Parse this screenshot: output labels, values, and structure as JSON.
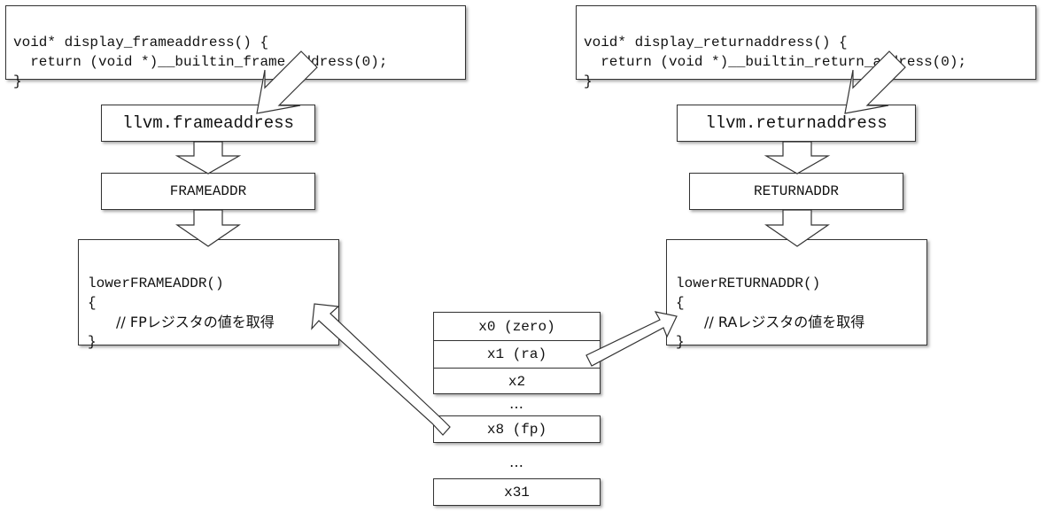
{
  "frame_code": {
    "line1": "void* display_frameaddress() {",
    "line2": "  return (void *)__builtin_frame_address(0);",
    "line3": "}"
  },
  "return_code": {
    "line1": "void* display_returnaddress() {",
    "line2": "  return (void *)__builtin_return_address(0);",
    "line3": "}"
  },
  "left_chain": {
    "intrinsic": "llvm.frameaddress",
    "isd_node": "FRAMEADDR",
    "lower_func": {
      "name": "lowerFRAMEADDR()",
      "open": "{",
      "comment": "// FPレジスタの値を取得",
      "close": "}"
    }
  },
  "right_chain": {
    "intrinsic": "llvm.returnaddress",
    "isd_node": "RETURNADDR",
    "lower_func": {
      "name": "lowerRETURNADDR()",
      "open": "{",
      "comment": "// RAレジスタの値を取得",
      "close": "}"
    }
  },
  "registers": {
    "top_block": [
      "x0 (zero)",
      "x1 (ra)",
      "x2"
    ],
    "ellipsis": "…",
    "fp": "x8 (fp)",
    "last": "x31"
  }
}
